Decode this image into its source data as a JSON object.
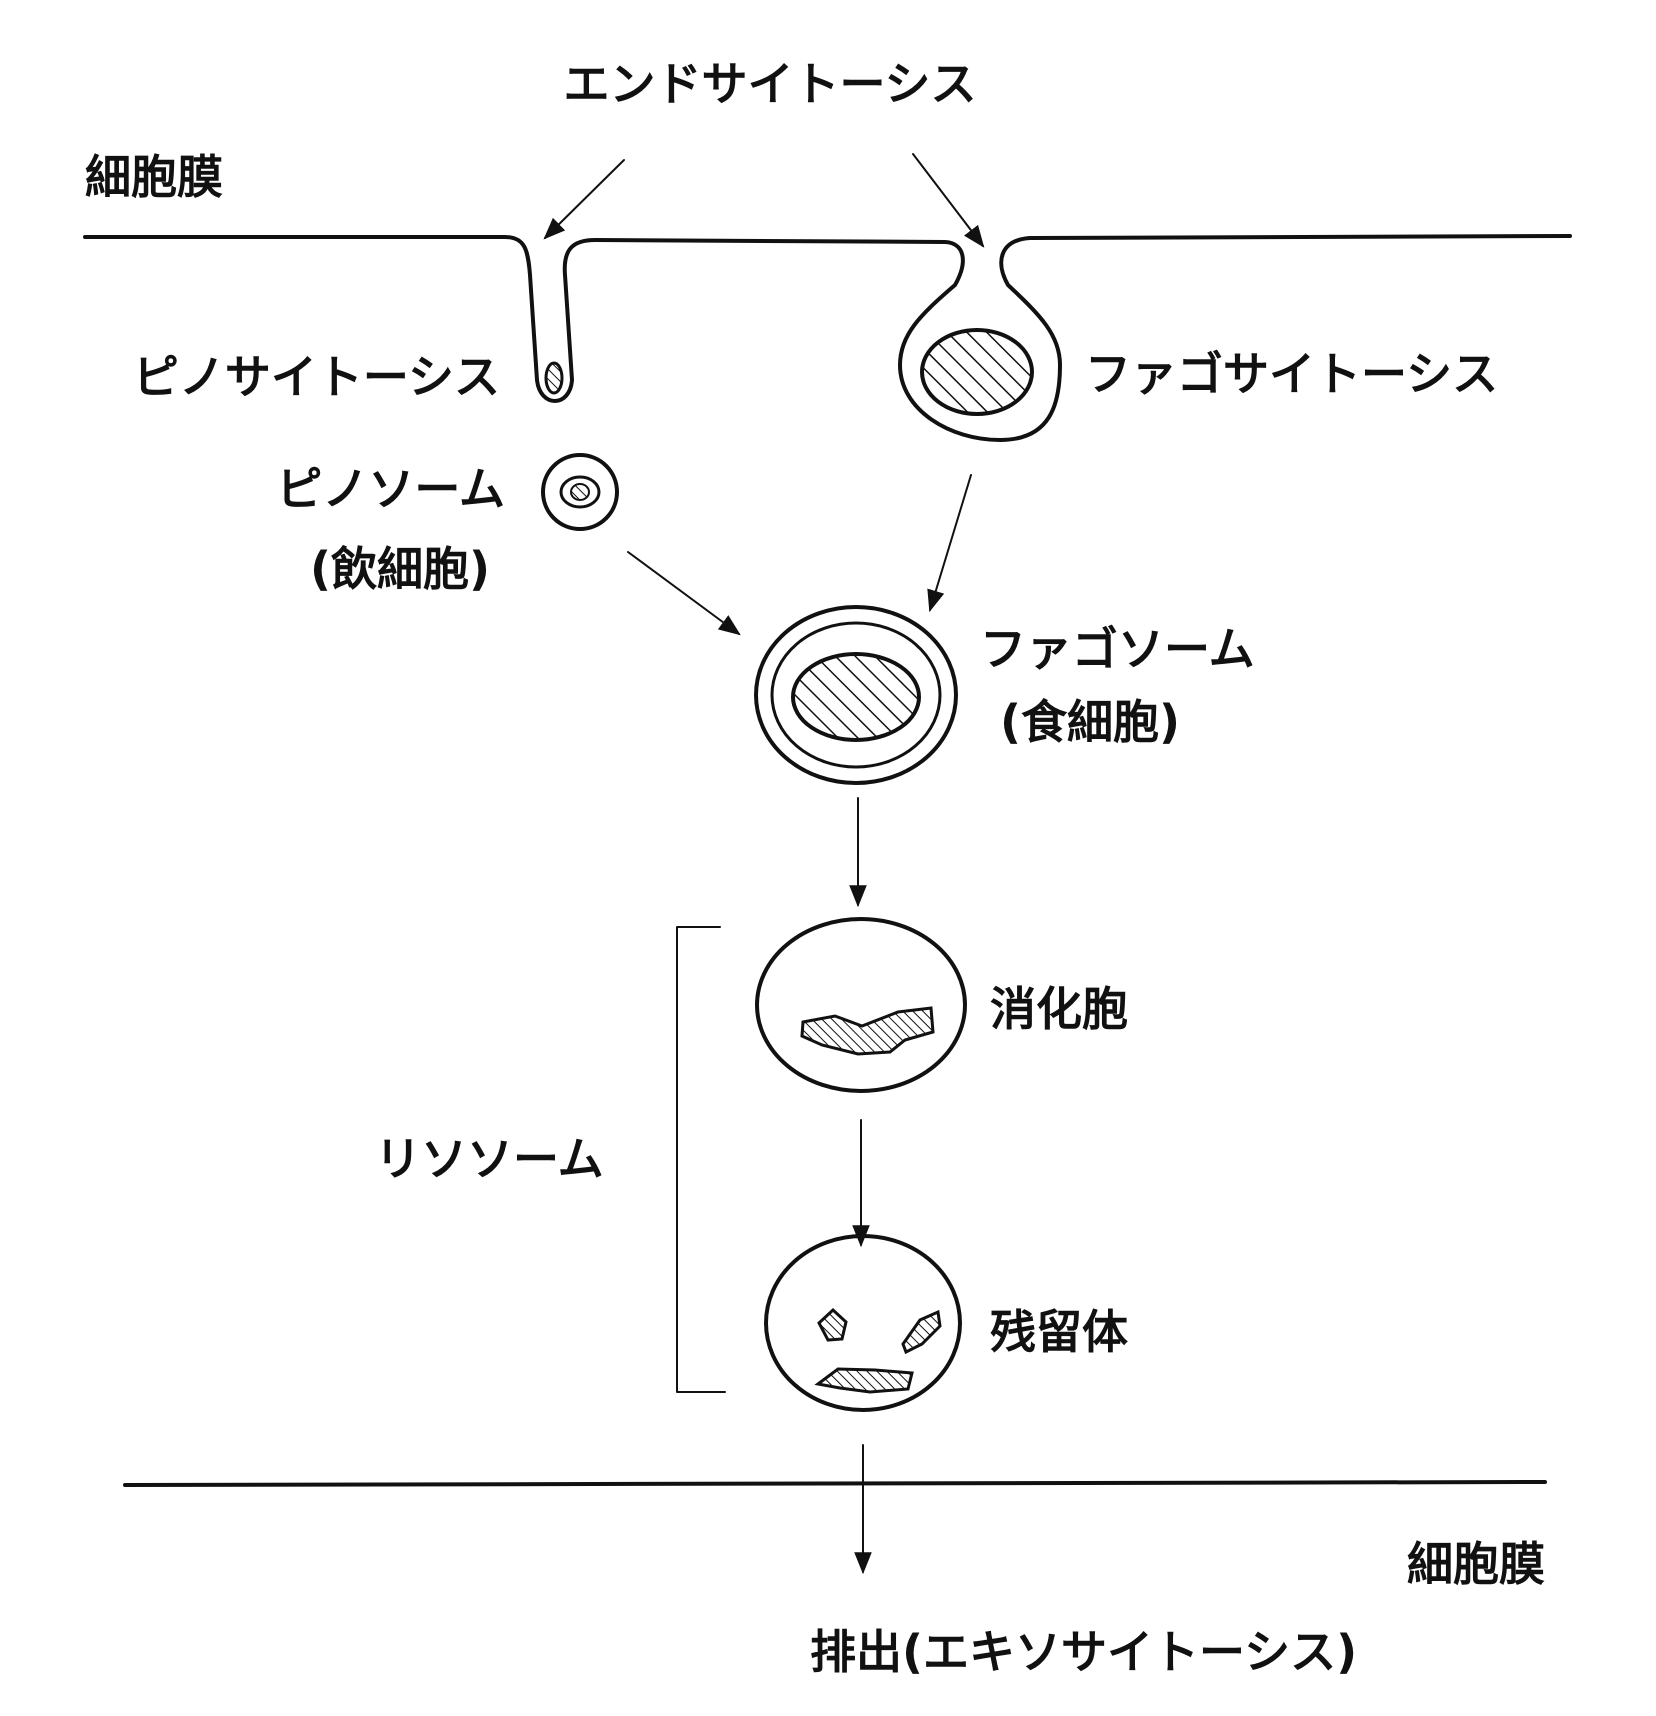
{
  "labels": {
    "endocytosis": "エンドサイトーシス",
    "membrane_top": "細胞膜",
    "pinocytosis": "ピノサイトーシス",
    "phagocytosis": "ファゴサイトーシス",
    "pinosome": "ピノソーム",
    "pinosome_sub": "(飲細胞)",
    "phagosome": "ファゴソーム",
    "phagosome_sub": "(食細胞)",
    "digestive_vacuole": "消化胞",
    "lysosome": "リソソーム",
    "residual_body": "残留体",
    "membrane_bottom": "細胞膜",
    "exocytosis": "排出(エキソサイトーシス)"
  },
  "colors": {
    "ink": "#111111",
    "background": "#ffffff"
  }
}
